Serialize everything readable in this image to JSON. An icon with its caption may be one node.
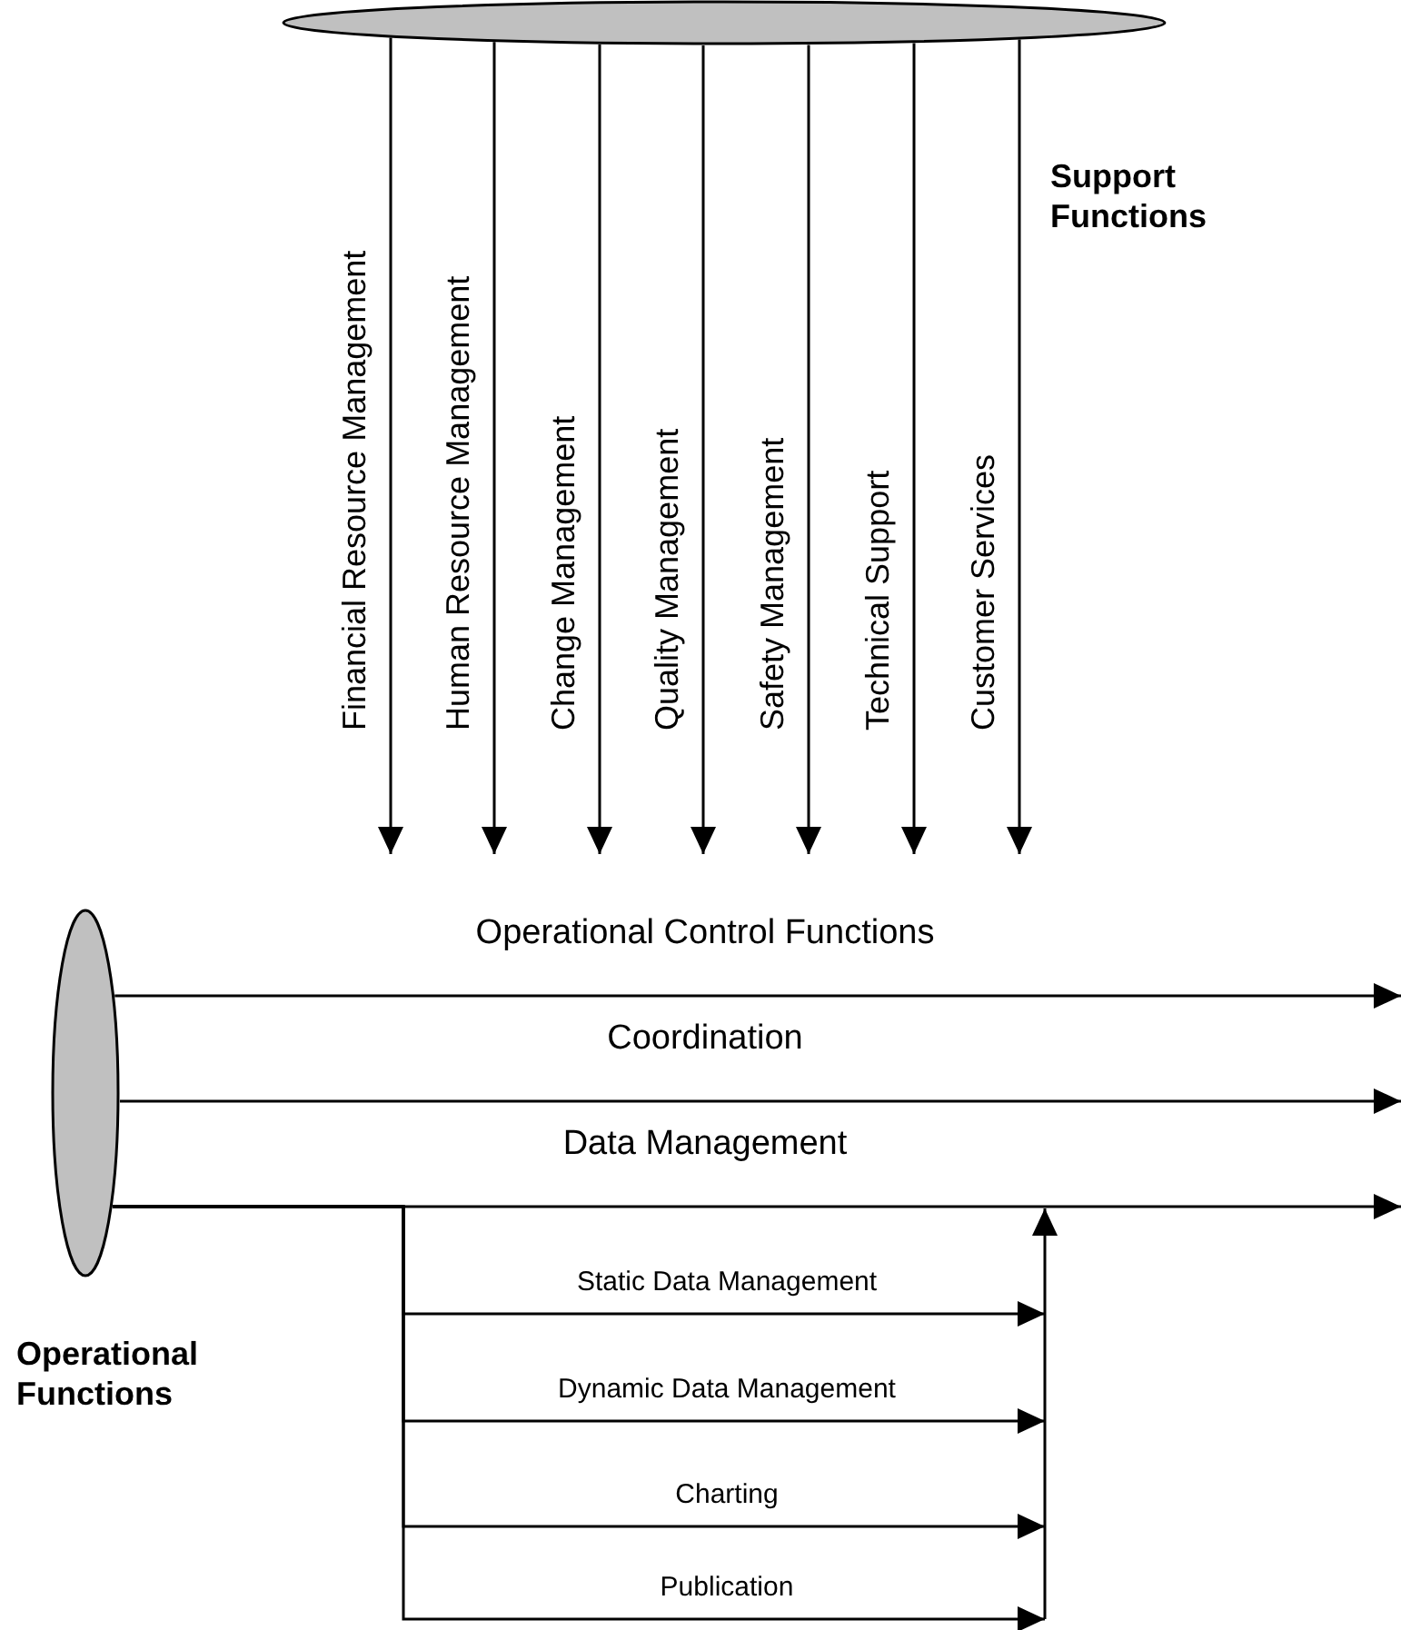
{
  "diagram": {
    "nodes": [
      {
        "text": [],
        "shape": "ellipse"
      },
      {
        "text": [],
        "shape": "ellipse"
      }
    ],
    "labels": [
      "Support Functions",
      "Operational Functions"
    ],
    "edges": [
      {
        "from": 0,
        "to": null,
        "arrow": "to",
        "label": "Financial Resource Management"
      },
      {
        "from": 0,
        "to": null,
        "arrow": "to",
        "label": "Human Resource Management"
      },
      {
        "from": 0,
        "to": null,
        "arrow": "to",
        "label": "Change Management"
      },
      {
        "from": 0,
        "to": null,
        "arrow": "to",
        "label": "Quality Management"
      },
      {
        "from": 0,
        "to": null,
        "arrow": "to",
        "label": "Safety Management"
      },
      {
        "from": 0,
        "to": null,
        "arrow": "to",
        "label": "Technical Support"
      },
      {
        "from": 0,
        "to": null,
        "arrow": "to",
        "label": "Customer Services"
      },
      {
        "from": 1,
        "to": null,
        "arrow": "to",
        "label": "Operational Control Functions"
      },
      {
        "from": 1,
        "to": null,
        "arrow": "to",
        "label": "Coordination"
      },
      {
        "from": 1,
        "to": null,
        "arrow": "to",
        "label": "Data Management"
      },
      {
        "from": 1,
        "to": null,
        "arrow": "to",
        "label": "Static Data Management"
      },
      {
        "from": 1,
        "to": null,
        "arrow": "to",
        "label": "Dynamic Data Management"
      },
      {
        "from": 1,
        "to": null,
        "arrow": "to",
        "label": "Charting"
      },
      {
        "from": 1,
        "to": null,
        "arrow": "to",
        "label": "Publication"
      }
    ]
  }
}
